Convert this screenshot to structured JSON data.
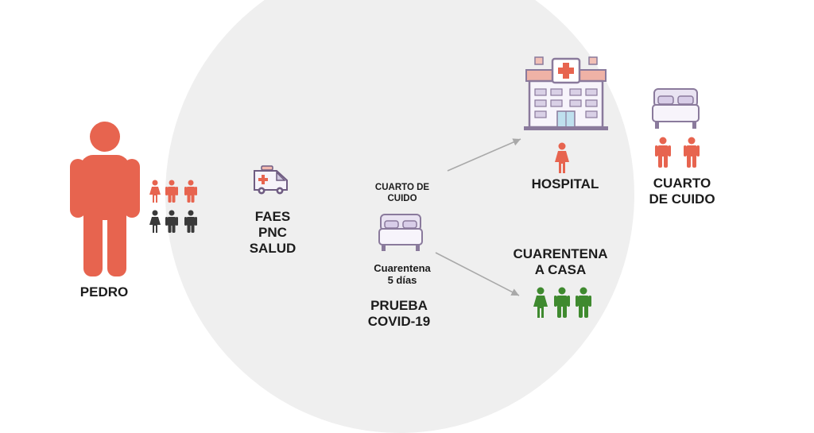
{
  "colors": {
    "red": "#e7644f",
    "dark": "#3a3a3a",
    "green": "#3f8a2f",
    "circle": "#efefef",
    "purple": "#8a7a9c",
    "arrow": "#a9a9a9"
  },
  "labels": {
    "pedro": "PEDRO",
    "faes": [
      "FAES",
      "PNC",
      "SALUD"
    ],
    "cuarto_cuido_small": [
      "CUARTO DE",
      "CUIDO"
    ],
    "cuarentena_5": [
      "Cuarentena",
      "5 días"
    ],
    "prueba": [
      "PRUEBA",
      "COVID-19"
    ],
    "hospital": "HOSPITAL",
    "cuarto_cuido": [
      "CUARTO",
      "DE CUIDO"
    ],
    "cuarentena_casa": [
      "CUARENTENA",
      "A CASA"
    ]
  },
  "icons": {
    "pedro": "person-icon",
    "contacts": "people-group-icon",
    "ambulance": "ambulance-icon",
    "bed": "bed-icon",
    "hospital": "hospital-icon"
  }
}
